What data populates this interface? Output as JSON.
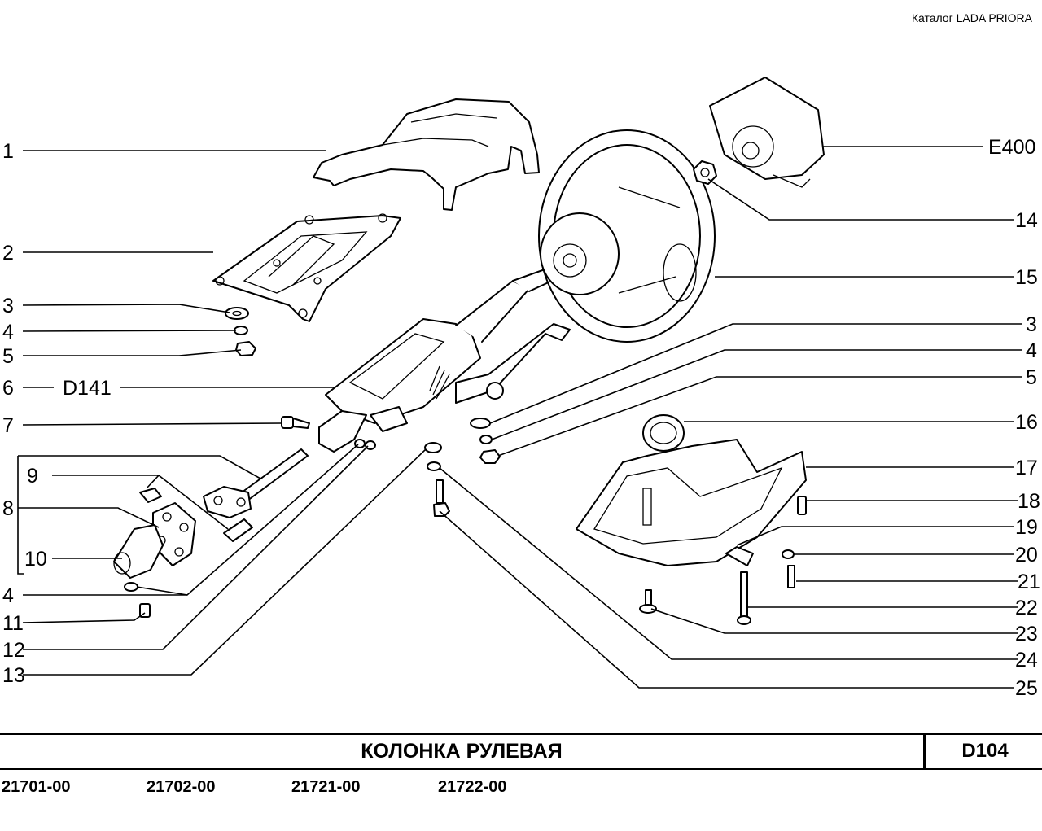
{
  "catalog": "Каталог  LADA  PRIORA",
  "footer": {
    "title": "КОЛОНКА   РУЛЕВАЯ",
    "code": "D104"
  },
  "models": [
    "21701-00",
    "21702-00",
    "21721-00",
    "21722-00"
  ],
  "callouts": {
    "left": [
      "1",
      "2",
      "3",
      "4",
      "5",
      "6",
      "D141",
      "7",
      "8",
      "9",
      "10",
      "4",
      "11",
      "12",
      "13"
    ],
    "right": [
      "E400",
      "14",
      "15",
      "3",
      "4",
      "5",
      "16",
      "17",
      "18",
      "19",
      "20",
      "21",
      "22",
      "23",
      "24",
      "25"
    ]
  }
}
